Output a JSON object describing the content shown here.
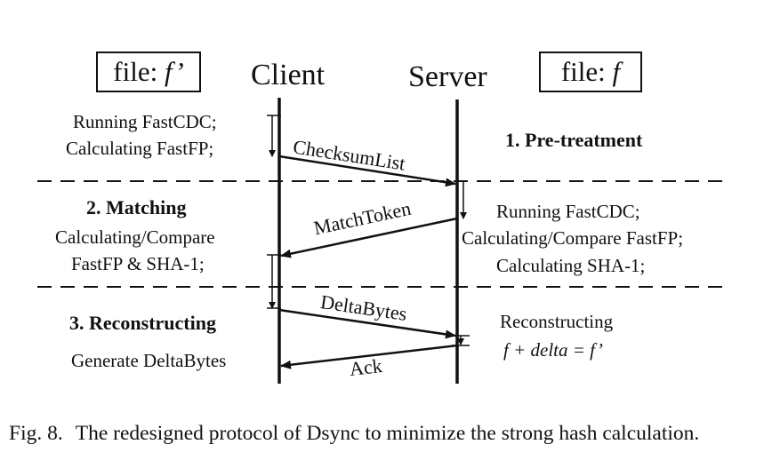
{
  "participants": {
    "client_file": {
      "prefix": "file:",
      "name": "f’"
    },
    "client": "Client",
    "server": "Server",
    "server_file": {
      "prefix": "file:",
      "name": "f"
    }
  },
  "phases": [
    {
      "title": "1. Pre-treatment",
      "client_notes": [
        "Running FastCDC;",
        "Calculating  FastFP;"
      ],
      "message": "ChecksumList",
      "direction": "client-to-server"
    },
    {
      "title": "2. Matching",
      "client_notes": [
        "Calculating/Compare",
        "FastFP & SHA-1;"
      ],
      "server_notes": [
        "Running FastCDC;",
        "Calculating/Compare FastFP;",
        "Calculating SHA-1;"
      ],
      "message": "MatchToken",
      "direction": "server-to-client"
    },
    {
      "title": "3. Reconstructing",
      "client_notes": [
        "Generate DeltaBytes"
      ],
      "server_notes": [
        "Reconstructing",
        "f + delta =  f’"
      ],
      "messages": [
        {
          "label": "DeltaBytes",
          "direction": "client-to-server"
        },
        {
          "label": "Ack",
          "direction": "server-to-client"
        }
      ]
    }
  ],
  "caption": {
    "label": "Fig. 8.",
    "text": "The redesigned protocol of Dsync to minimize the strong hash calculation."
  }
}
